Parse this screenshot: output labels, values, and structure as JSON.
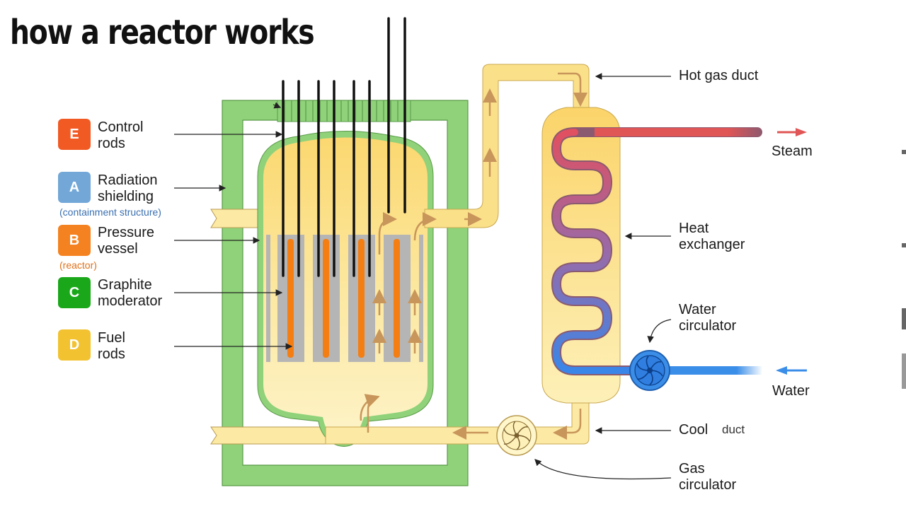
{
  "title": "how a reactor works",
  "legend": [
    {
      "letter": "E",
      "label": "Control\nrods",
      "color": "#f25a24"
    },
    {
      "letter": "A",
      "label": "Radiation\nshielding",
      "note": "(containment structure)",
      "note_color": "#3a6fb0",
      "color": "#72a7d8"
    },
    {
      "letter": "B",
      "label": "Pressure\nvessel",
      "note": "(reactor)",
      "note_color": "#e0701a",
      "color": "#f58220"
    },
    {
      "letter": "C",
      "label": "Graphite\nmoderator",
      "color": "#1aa81a"
    },
    {
      "letter": "D",
      "label": "Fuel\nrods",
      "color": "#f2c230"
    }
  ],
  "right_labels": {
    "hot_gas_duct": "Hot gas duct",
    "steam": "Steam",
    "heat_exchanger": "Heat\nexchanger",
    "water_circulator": "Water\ncirculator",
    "water": "Water",
    "cool": "Cool",
    "duct": "duct",
    "gas_circulator": "Gas\ncirculator"
  },
  "colors": {
    "shielding_green": "#8fd27a",
    "gas_yellow": "#fbe08a",
    "graphite_gray": "#b5b5b5",
    "fuel_orange": "#f57e12",
    "steam_red": "#e05555",
    "water_blue": "#3b8ee8",
    "flow_arrow": "#c8955a"
  }
}
